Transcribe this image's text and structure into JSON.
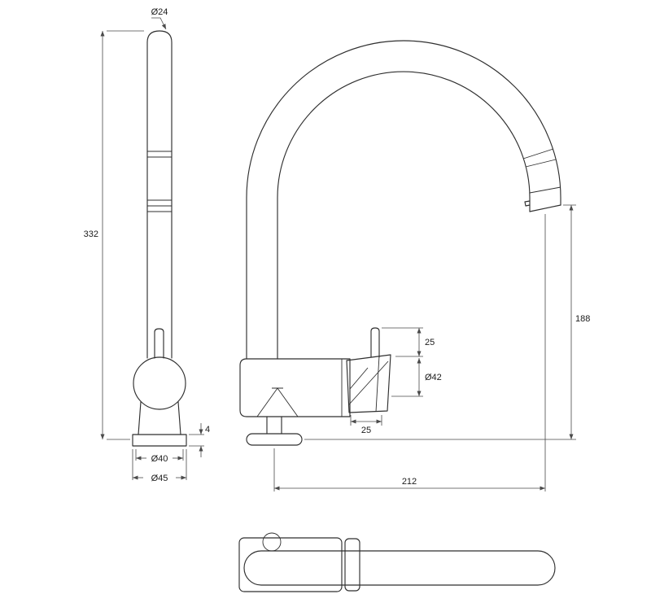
{
  "drawing": {
    "dims": {
      "spout_top_diameter": "Ø24",
      "overall_height": "332",
      "base_plate_thickness": "4",
      "base_diameter_inner": "Ø40",
      "base_diameter_outer": "Ø45",
      "handle_stem_height": "25",
      "handle_diameter": "Ø42",
      "handle_length": "25",
      "outlet_height": "188",
      "spout_reach": "212"
    }
  }
}
